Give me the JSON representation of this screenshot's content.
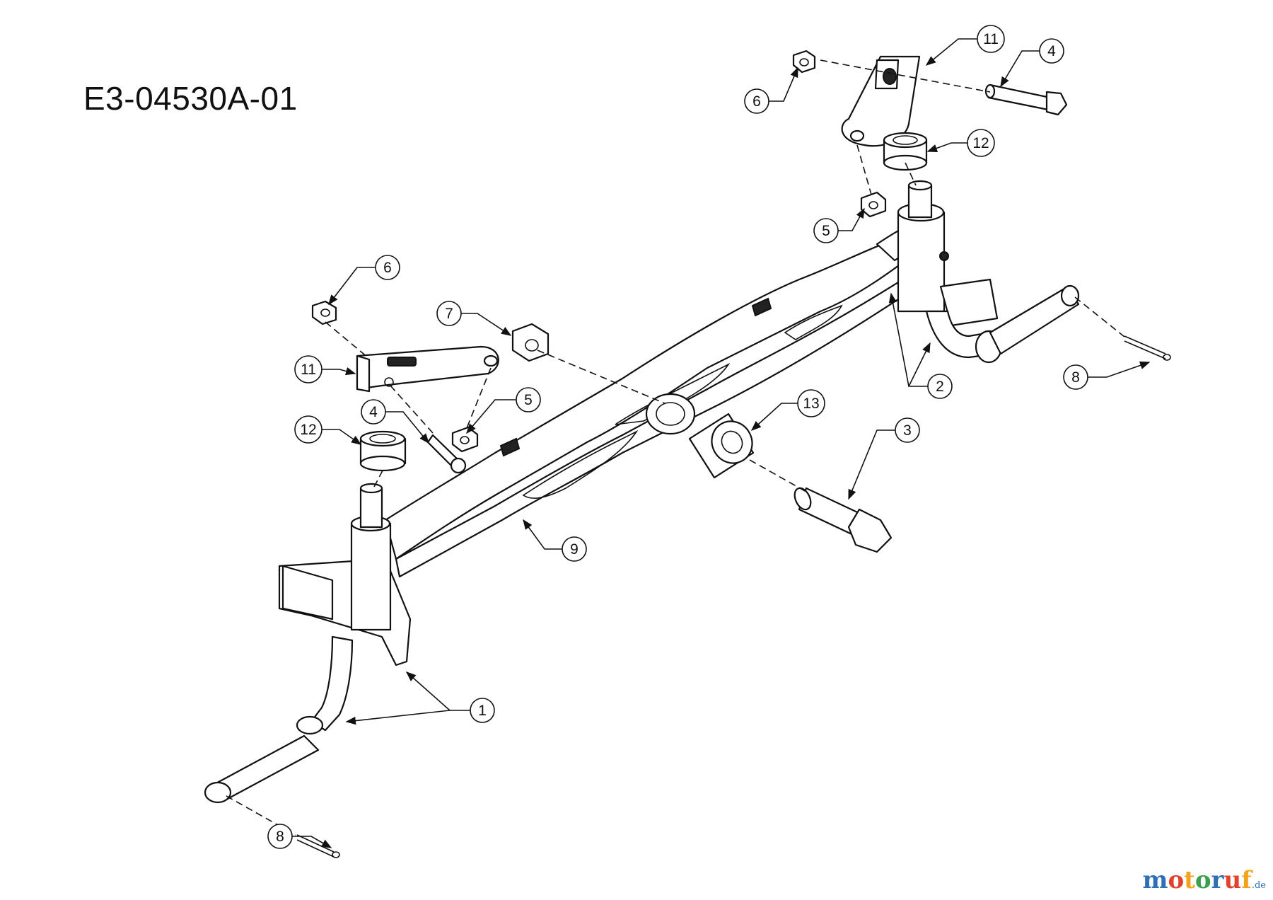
{
  "drawing_code": "E3-04530A-01",
  "watermark": {
    "brand": "motoruf",
    "tld": ".de",
    "colors": [
      "#2f6fb3",
      "#e0422b",
      "#f2a21b",
      "#3aa14a"
    ]
  },
  "callouts": [
    {
      "id": "c1",
      "label": "1"
    },
    {
      "id": "c2",
      "label": "2"
    },
    {
      "id": "c3",
      "label": "3"
    },
    {
      "id": "c4a",
      "label": "4"
    },
    {
      "id": "c4b",
      "label": "4"
    },
    {
      "id": "c5a",
      "label": "5"
    },
    {
      "id": "c5b",
      "label": "5"
    },
    {
      "id": "c6a",
      "label": "6"
    },
    {
      "id": "c6b",
      "label": "6"
    },
    {
      "id": "c7",
      "label": "7"
    },
    {
      "id": "c8a",
      "label": "8"
    },
    {
      "id": "c8b",
      "label": "8"
    },
    {
      "id": "c9",
      "label": "9"
    },
    {
      "id": "c11a",
      "label": "11"
    },
    {
      "id": "c11b",
      "label": "11"
    },
    {
      "id": "c12a",
      "label": "12"
    },
    {
      "id": "c12b",
      "label": "12"
    },
    {
      "id": "c13",
      "label": "13"
    }
  ]
}
